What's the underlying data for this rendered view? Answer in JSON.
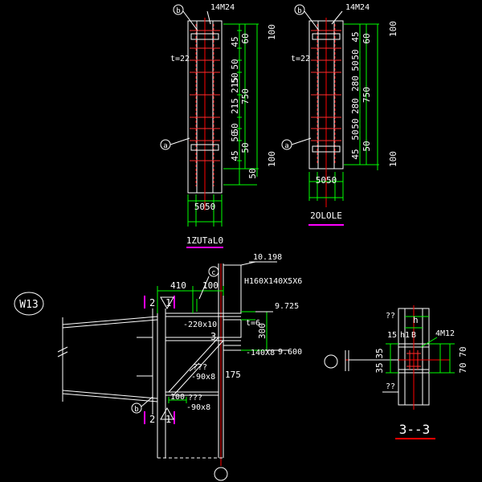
{
  "colors": {
    "background": "#000000",
    "steel": "#ffffff",
    "dimension": "#00ff00",
    "centerline": "#ff0000",
    "bolt": "#ff3030",
    "section_mark": "#ff00ff",
    "text": "#ffffff"
  },
  "view1": {
    "bolt_label": "14M24",
    "callout_b": "b",
    "callout_a": "a",
    "plate_label": "t=22",
    "dims_right_inner": [
      "45",
      "50",
      "50",
      "215",
      "215",
      "50",
      "50",
      "45"
    ],
    "dims_right_mid": [
      "60",
      "750",
      "50"
    ],
    "dims_right_outer": [
      "100",
      "100"
    ],
    "dims_bottom_small": "50",
    "dims_bottom_pair": "5050",
    "title": "1ZUTaL0"
  },
  "view2": {
    "bolt_label": "14M24",
    "callout_b": "b",
    "callout_a": "a",
    "plate_label": "t=22",
    "dims_right_inner": [
      "45",
      "50",
      "50",
      "280",
      "280",
      "50",
      "50",
      "45"
    ],
    "dims_right_mid": [
      "60",
      "750",
      "50"
    ],
    "dims_right_outer": [
      "100",
      "100"
    ],
    "dims_bottom_pair": "5050",
    "title": "2OLOLE"
  },
  "elevation": {
    "wall_label": "W13",
    "elev_top": "10.198",
    "elev_mid": "9.725",
    "elev_low": "9.600",
    "member_label": "H160X140X5X6",
    "callout_c": "c",
    "callout_b": "b",
    "dim_410": "410",
    "dim_100": "100",
    "plate_top": "-220x10",
    "plate_t6": "t=6",
    "dim_300": "300",
    "dim_3": "3",
    "plate_bot": "-140X8",
    "dim_175": "175",
    "stiffener_top_q": "???",
    "stiffener_top": "-90x8",
    "stiffener_bot_q": "???",
    "stiffener_bot": "-90x8",
    "dim_100_bot": "100",
    "sec_1": "1",
    "sec_2": "2"
  },
  "section33": {
    "h": "h",
    "q1": "??",
    "dim_15": "15",
    "h1": "h1",
    "b": "B",
    "bolts": "4M12",
    "dim_35a": "35",
    "dim_35b": "35",
    "dim_70a": "70",
    "dim_70b": "70",
    "q2": "??",
    "title": "3--3"
  }
}
